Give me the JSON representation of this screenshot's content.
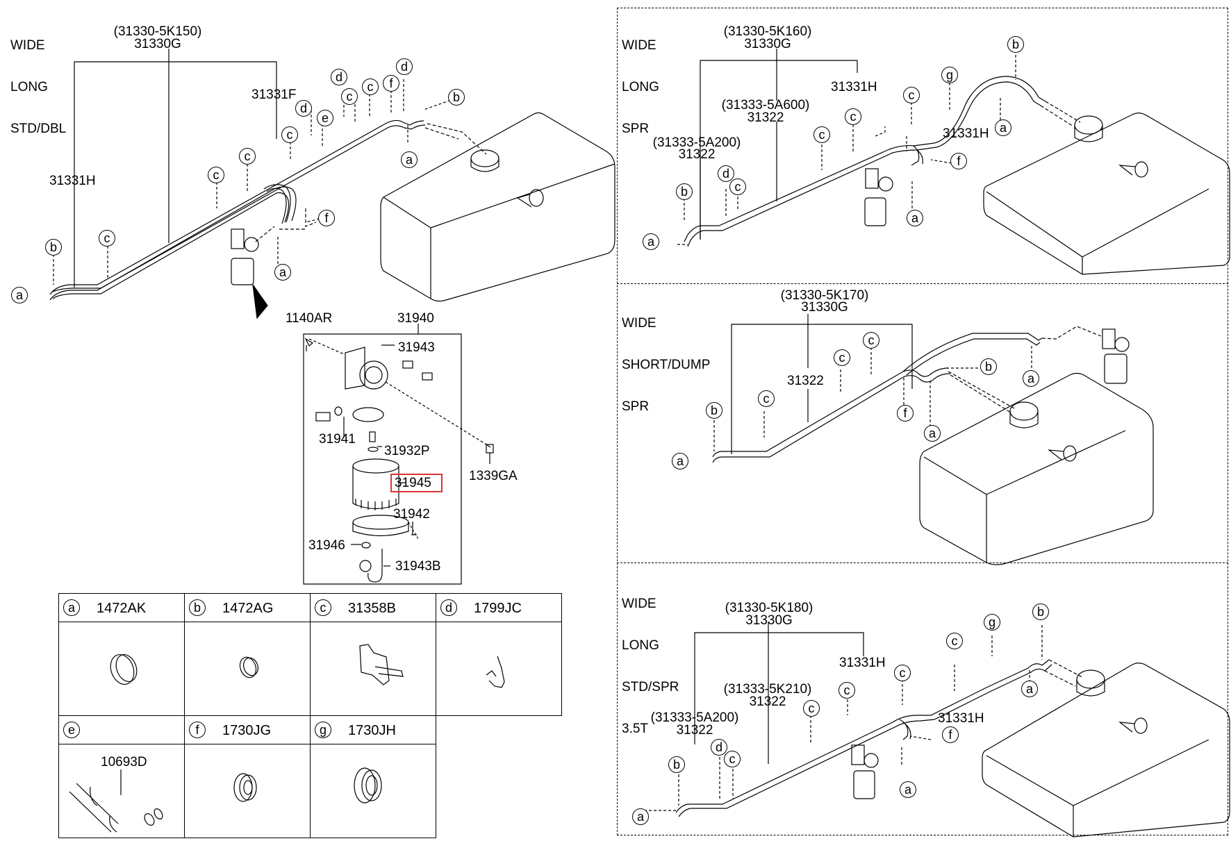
{
  "diagram_title": "Fuel line & fuel filter parts diagram",
  "panels": {
    "top_left": {
      "variant_lines": [
        "WIDE",
        "LONG",
        "STD/DBL"
      ],
      "assembly_ref": "(31330-5K150)",
      "assembly_no": "31330G",
      "labels": [
        "31331H",
        "31331F"
      ],
      "callouts": [
        "a",
        "b",
        "c",
        "c",
        "c",
        "c",
        "d",
        "c",
        "e",
        "d",
        "c",
        "d",
        "f",
        "d",
        "b",
        "a",
        "f",
        "a"
      ]
    },
    "top_right": {
      "variant_lines": [
        "WIDE",
        "LONG",
        "SPR"
      ],
      "assembly_ref": "(31330-5K160)",
      "assembly_no": "31330G",
      "labels": [
        "31331H",
        "(31333-5A600)",
        "31322",
        "(31333-5A200)",
        "31322",
        "31331H"
      ],
      "callouts": [
        "a",
        "b",
        "d",
        "c",
        "c",
        "c",
        "c",
        "g",
        "b",
        "a",
        "f",
        "a"
      ]
    },
    "mid_right": {
      "variant_lines": [
        "WIDE",
        "SHORT/DUMP",
        "SPR"
      ],
      "assembly_ref": "(31330-5K170)",
      "assembly_no": "31330G",
      "labels": [
        "31322"
      ],
      "callouts": [
        "a",
        "b",
        "c",
        "c",
        "c",
        "f",
        "a",
        "b",
        "a"
      ]
    },
    "bottom_right": {
      "variant_lines": [
        "WIDE",
        "LONG",
        "STD/SPR",
        "3.5T"
      ],
      "assembly_ref": "(31330-5K180)",
      "assembly_no": "31330G",
      "labels": [
        "31331H",
        "(31333-5K210)",
        "31322",
        "(31333-5A200)",
        "31322",
        "31331H"
      ],
      "callouts": [
        "a",
        "b",
        "d",
        "c",
        "c",
        "c",
        "c",
        "c",
        "g",
        "b",
        "a",
        "f",
        "a"
      ]
    }
  },
  "filter_assembly": {
    "assembly_no": "31940",
    "parts": {
      "bolt": "1140AR",
      "p31943": "31943",
      "p31941": "31941",
      "p31932p": "31932P",
      "p31945": "31945",
      "p31942": "31942",
      "p31946": "31946",
      "p31943b": "31943B",
      "nut": "1339GA"
    },
    "highlighted_part": "31945",
    "highlight_color": "#dd3333"
  },
  "legend": [
    {
      "key": "a",
      "part_no": "1472AK",
      "item": "clamp"
    },
    {
      "key": "b",
      "part_no": "1472AG",
      "item": "clamp-small"
    },
    {
      "key": "c",
      "part_no": "31358B",
      "item": "clip"
    },
    {
      "key": "d",
      "part_no": "1799JC",
      "item": "cable-tie"
    },
    {
      "key": "e",
      "part_no": "",
      "item": "tube-protector",
      "inner_label": "10693D"
    },
    {
      "key": "f",
      "part_no": "1730JG",
      "item": "grommet-small"
    },
    {
      "key": "g",
      "part_no": "1730JH",
      "item": "grommet-large"
    }
  ]
}
